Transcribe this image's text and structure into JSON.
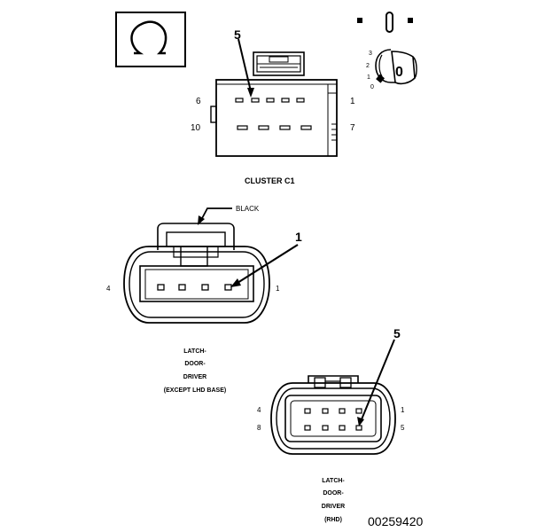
{
  "ohm_symbol": "Ω",
  "key_switch": {
    "left_mark": "-",
    "right_mark": "-",
    "positions": [
      "3",
      "2",
      "1",
      "0"
    ],
    "key_label": "0"
  },
  "cluster_c1": {
    "callout": "5",
    "pin_top_left": "6",
    "pin_top_right": "1",
    "pin_bottom_left": "10",
    "pin_bottom_right": "7",
    "title": "CLUSTER C1"
  },
  "latch_except": {
    "color_label": "BLACK",
    "callout": "1",
    "pin_left": "4",
    "pin_right": "1",
    "title_lines": [
      "LATCH-",
      "DOOR-",
      "DRIVER",
      "(EXCEPT LHD BASE)"
    ]
  },
  "latch_rhd": {
    "callout": "5",
    "pin_top_left": "4",
    "pin_top_right": "1",
    "pin_bottom_left": "8",
    "pin_bottom_right": "5",
    "title_lines": [
      "LATCH-",
      "DOOR-",
      "DRIVER",
      "(RHD)"
    ]
  },
  "figure_id": "00259420"
}
